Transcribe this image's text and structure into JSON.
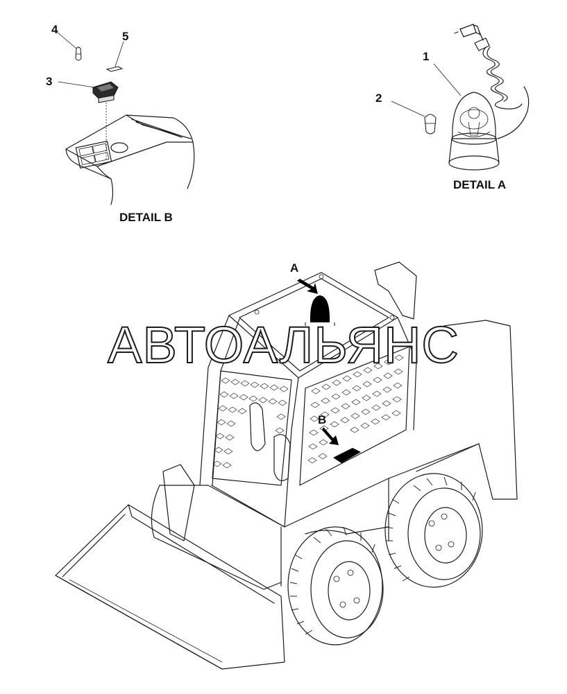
{
  "details": {
    "b_label": "DETAIL B",
    "a_label": "DETAIL A",
    "a_arrow": "A",
    "b_arrow": "B"
  },
  "callouts": {
    "c1": "1",
    "c2": "2",
    "c3": "3",
    "c4": "4",
    "c5": "5"
  },
  "watermark": "АВТОАЛЬЯНС"
}
